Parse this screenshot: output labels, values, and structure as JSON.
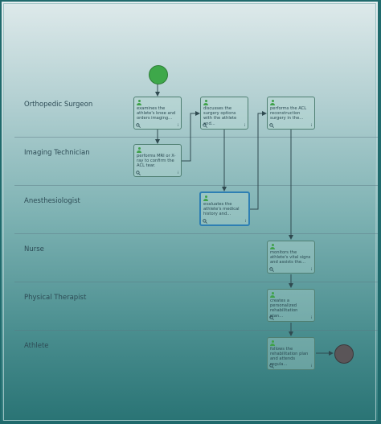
{
  "lanes": [
    {
      "label": "Orthopedic Surgeon"
    },
    {
      "label": "Imaging Technician"
    },
    {
      "label": "Anesthesiologist"
    },
    {
      "label": "Nurse"
    },
    {
      "label": "Physical Therapist"
    },
    {
      "label": "Athlete"
    }
  ],
  "tasks": {
    "examine": {
      "text": "examines the athlete's knee and orders imaging...",
      "marker": "i"
    },
    "discuss": {
      "text": "discusses the surgery options with the athlete and...",
      "marker": "i"
    },
    "perform": {
      "text": "performs the ACL reconstruction surgery in the...",
      "marker": "i"
    },
    "mri": {
      "text": "performs MRI or X-ray to confirm the ACL tear.",
      "marker": "i"
    },
    "evaluate": {
      "text": "evaluates the athlete's medical history and...",
      "marker": "i"
    },
    "monitor": {
      "text": "monitors the athlete's vital signs and assists the...",
      "marker": "i"
    },
    "rehab": {
      "text": "creates a personalized rehabilitation plan...",
      "marker": "i"
    },
    "follow": {
      "text": "follows the rehabilitation plan and attends regula...",
      "marker": "i"
    }
  },
  "colors": {
    "start": "#3ea84a",
    "end": "#5a5558",
    "selected_border": "#2e7fb3",
    "task_border": "#4f7f72"
  }
}
